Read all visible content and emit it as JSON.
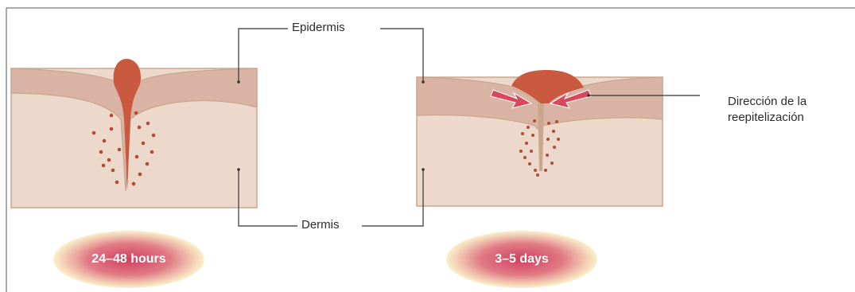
{
  "labels": {
    "epidermis": "Epidermis",
    "dermis": "Dermis",
    "direction_line1": "Dirección de la",
    "direction_line2": "reepitelización"
  },
  "stages": [
    {
      "label": "24–48 hours"
    },
    {
      "label": "3–5 days"
    }
  ],
  "colors": {
    "epidermis": "#d9b3a3",
    "dermis": "#ecd9cc",
    "outline": "#c9a68e",
    "clot": "#c95a3f",
    "arrow": "#d9475c",
    "badge_center": "#d44a6a",
    "badge_edge": "#f7e9b5",
    "line": "#333333"
  }
}
